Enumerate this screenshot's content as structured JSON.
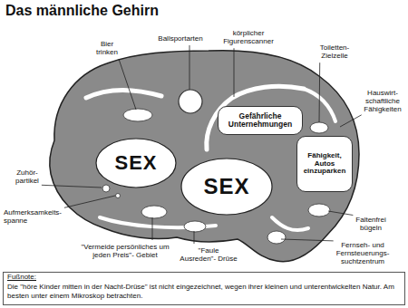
{
  "diagram": {
    "title": "Das männliche Gehirn",
    "nodes": [
      {
        "text": [
          "Gefährliche Unternehmungen"
        ]
      },
      {
        "text": [
          "SEX"
        ]
      },
      {
        "text": [
          "Fähigkeit, Autos einzuparken"
        ]
      },
      {
        "text": [
          "SEX"
        ]
      }
    ],
    "labels": [
      "Bier trinken",
      "Ballsportarten",
      "körplicher Figurenscanner",
      "Toiletten- Zielzelle",
      "Hauswirt- schaftliche Fähigkeiten",
      "Zuhör- partikel",
      "Aufmerksamkeits- spanne",
      "\"Vermeide persönliches um jeden Preis\"- Gebiet",
      "\"Faule Ausreden\"- Drüse",
      "Faltenfrei bügeln",
      "Fernseh- und Fernsteuerungs- suchtzentrum",
      "Fußnote:",
      "Die \"höre Kinder mitten in der Nacht-Drüse\" ist nicht eingezeichnet, wegen ihrer kleinen und unterentwickelten Natur. Am besten unter einem Mikroskop betrachten."
    ]
  }
}
